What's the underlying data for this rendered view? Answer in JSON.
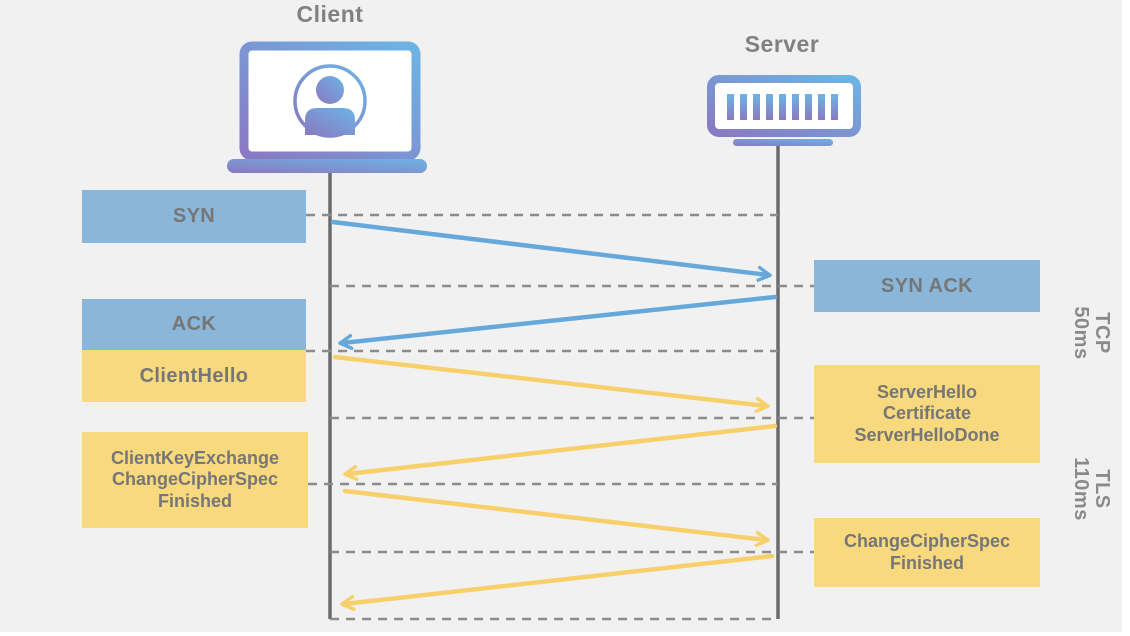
{
  "diagram": {
    "client": {
      "label": "Client"
    },
    "server": {
      "label": "Server"
    },
    "messages": {
      "syn": "SYN",
      "syn_ack": "SYN ACK",
      "ack": "ACK",
      "client_hello": "ClientHello",
      "server_hello_lines": [
        "ServerHello",
        "Certificate",
        "ServerHelloDone"
      ],
      "client_key_lines": [
        "ClientKeyExchange",
        "ChangeCipherSpec",
        "Finished"
      ],
      "change_cipher_lines": [
        "ChangeCipherSpec",
        "Finished"
      ]
    },
    "phases": [
      {
        "protocol": "TCP",
        "duration": "50ms"
      },
      {
        "protocol": "TLS",
        "duration": "110ms"
      }
    ],
    "colors": {
      "background": "#f1f1f2",
      "box_blue": "#8ab7d9",
      "box_yellow": "#f8d97d",
      "arrow_blue": "#66a8d9",
      "arrow_yellow": "#f8d06b",
      "box_text": "#767676",
      "heading_text": "#808080",
      "dashed_line": "#8c8c8c",
      "lifeline": "#6a6a6a",
      "icon_gradient_purple": "#8a79c2",
      "icon_gradient_blue": "#6cb4e4"
    }
  }
}
